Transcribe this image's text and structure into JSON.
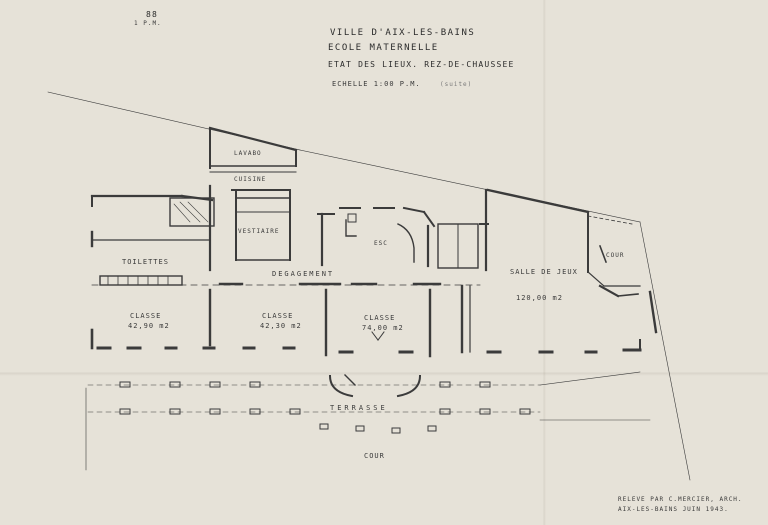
{
  "title_block": {
    "line1": "VILLE D'AIX-LES-BAINS",
    "line2": "ECOLE MATERNELLE",
    "line3": "ETAT DES LIEUX. REZ-DE-CHAUSSEE",
    "scale": "ECHELLE 1:00 P.M.",
    "scale_note": "(suite)",
    "corner_code": "88",
    "corner_sub": "1 P.M."
  },
  "rooms": {
    "lavabo": "LAVABO",
    "cuisine": "CUISINE",
    "vestiaire": "VESTIAIRE",
    "toilettes": "TOILETTES",
    "degagement": "DEGAGEMENT",
    "escalier": "ESC",
    "salle_de_jeux": "SALLE DE JEUX",
    "salle_de_jeux_area": "120,00 m2",
    "cour_side": "COUR",
    "classe1": "CLASSE",
    "classe1_area": "42,90 m2",
    "classe2": "CLASSE",
    "classe2_area": "42,30 m2",
    "classe3": "CLASSE",
    "classe3_area": "74,00 m2",
    "terrasse": "TERRASSE",
    "cour": "COUR"
  },
  "footer": {
    "line1": "RELEVE PAR C.MERCIER, ARCH.",
    "line2": "AIX-LES-BAINS  JUIN 1943."
  }
}
